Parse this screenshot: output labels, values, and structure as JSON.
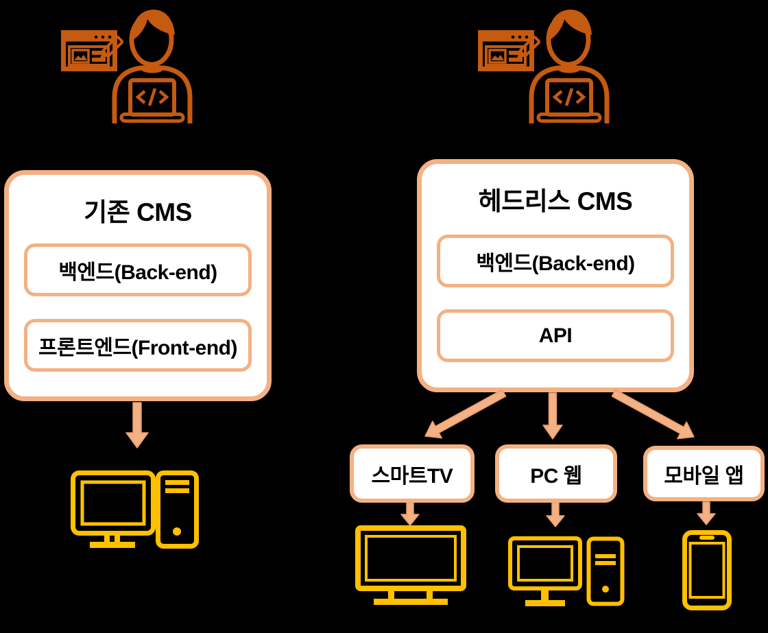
{
  "diagram": {
    "type": "comparison-flow-diagram",
    "background": "#000000",
    "colors": {
      "developer_icon": "#C55A11",
      "box_border": "#F4B183",
      "box_fill": "#FFFFFF",
      "arrow_fill": "#F4B183",
      "arrow_outline": "#E79A6C",
      "device_icon": "#FFC000",
      "text": "#000000"
    },
    "left": {
      "developer_icon": "developer-content-editor-icon",
      "cms_box": {
        "title": "기존 CMS",
        "items": [
          {
            "label": "백엔드(Back-end)"
          },
          {
            "label": "프론트엔드(Front-end)"
          }
        ]
      },
      "arrow_icon": "down-arrow-icon",
      "device_icon": "desktop-computer-icon"
    },
    "right": {
      "developer_icon": "developer-content-editor-icon",
      "cms_box": {
        "title": "헤드리스 CMS",
        "items": [
          {
            "label": "백엔드(Back-end)"
          },
          {
            "label": "API"
          }
        ]
      },
      "channels": [
        {
          "label": "스마트TV",
          "device_icon": "smart-tv-icon"
        },
        {
          "label": "PC 웹",
          "device_icon": "desktop-computer-icon"
        },
        {
          "label": "모바일 앱",
          "device_icon": "smartphone-icon"
        }
      ]
    }
  }
}
